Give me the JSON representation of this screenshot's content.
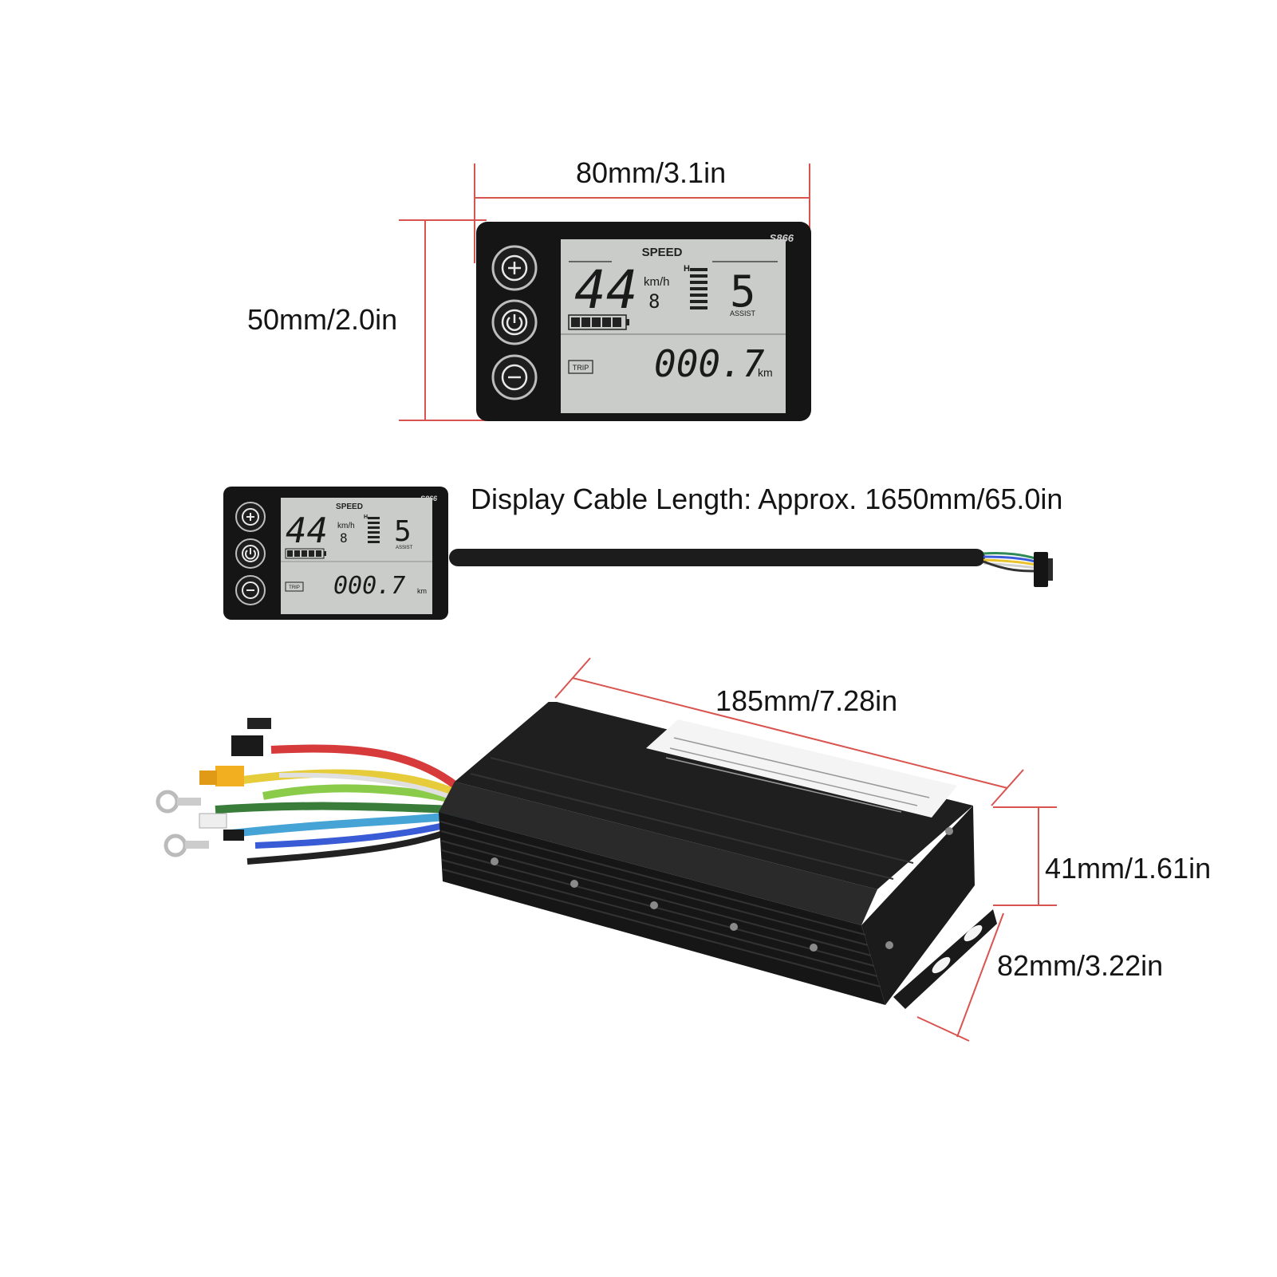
{
  "dimensions": {
    "display_width": "80mm/3.1in",
    "display_height": "50mm/2.0in",
    "cable_length": "Display Cable Length: Approx. 1650mm/65.0in",
    "controller_length": "185mm/7.28in",
    "controller_height": "41mm/1.61in",
    "controller_width": "82mm/3.22in"
  },
  "display": {
    "model": "S866",
    "speed_label": "SPEED",
    "speed_value": "44",
    "speed_unit": "km/h",
    "small_digit": "8",
    "assist_level": "5",
    "assist_label": "ASSIST",
    "h_marker": "H",
    "trip_label": "TRIP",
    "trip_value": "000.7",
    "trip_unit": "km",
    "battery_segments": 5
  },
  "colors": {
    "dimension_line": "#d9534f",
    "lcd_background": "#c9ccc8",
    "bezel": "#151515",
    "housing": "#1b1b1b"
  },
  "icons": {
    "plus": "plus-circle-icon",
    "power": "power-icon",
    "minus": "minus-circle-icon"
  }
}
